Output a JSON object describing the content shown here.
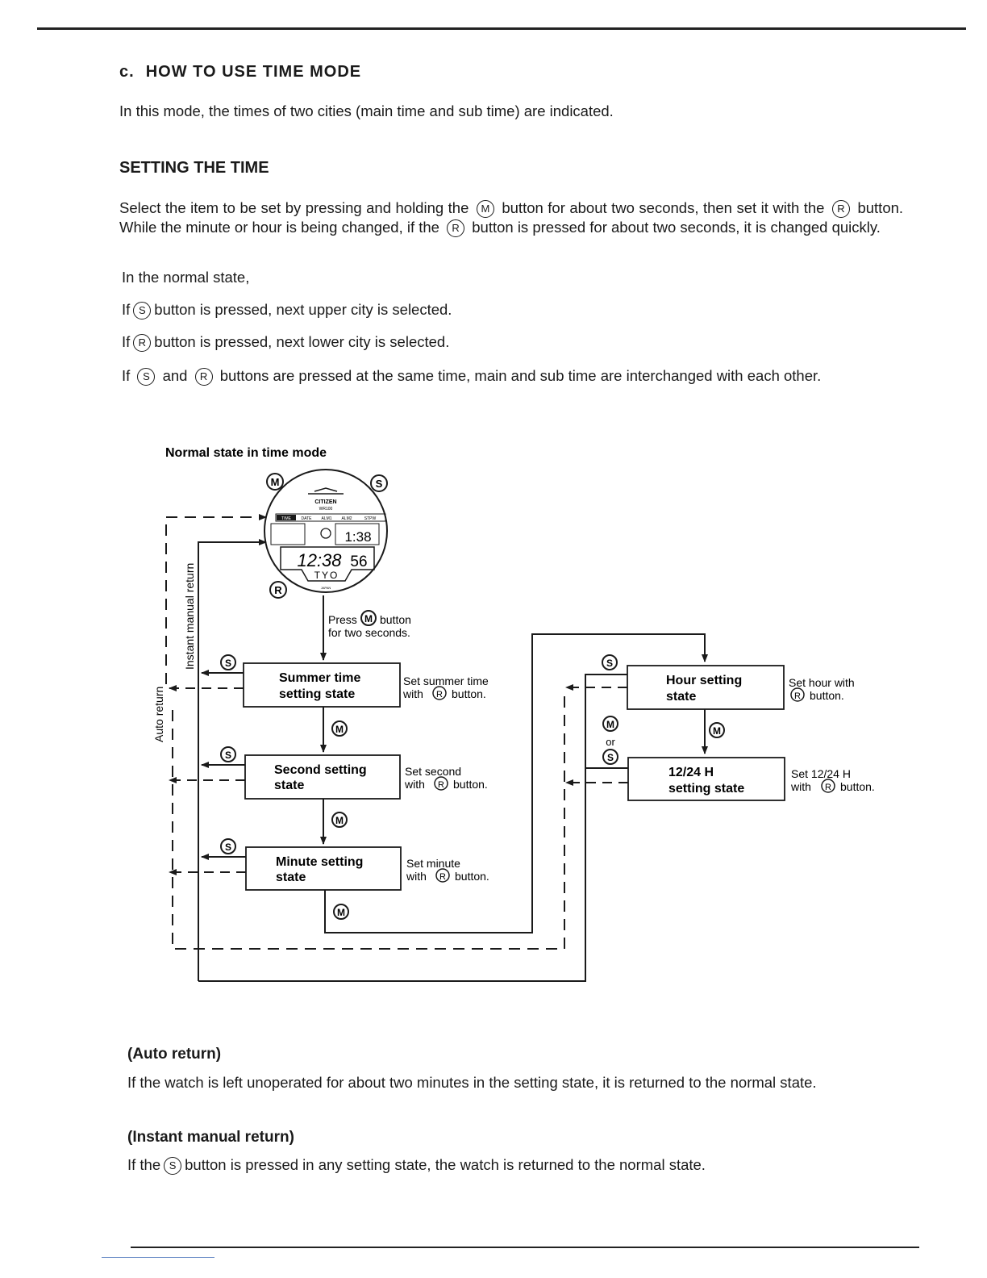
{
  "section": {
    "letter": "c.",
    "title": "HOW TO USE TIME MODE"
  },
  "intro": "In this mode, the times of two cities (main time and sub time) are indicated.",
  "setting": {
    "heading": "SETTING THE TIME",
    "p1": [
      "Select the item to be set by pressing and holding the",
      "button for about two seconds, then set it with the",
      "button. While the minute or hour is being changed, if the",
      "button is pressed for about two seconds, it is changed quickly."
    ],
    "normal_state": "In the normal state,",
    "if_word": "If",
    "line_s": "button is pressed, next upper city is selected.",
    "line_r": "button is pressed, next lower city is selected.",
    "and_word": "and",
    "line_both": "buttons are pressed at the same time, main and sub time are interchanged with each other."
  },
  "buttons": {
    "m": "M",
    "s": "S",
    "r": "R"
  },
  "diagram": {
    "title": "Normal state in time mode",
    "auto_return": "Auto return",
    "instant_return": "Instant manual return",
    "press_m": [
      "Press",
      "button",
      "for two seconds."
    ],
    "or_word": "or",
    "watch": {
      "brand": "CITIZEN",
      "model": "WR100",
      "modes": [
        "TIME",
        "DATE",
        "ALM1",
        "ALM2",
        "STPW"
      ],
      "sub_time": "1:38",
      "main_time": "12:38",
      "seconds": "56",
      "city": "TYO",
      "country": "JAPAN"
    },
    "states": {
      "summer": [
        "Summer time",
        "setting state"
      ],
      "second": [
        "Second setting",
        "state"
      ],
      "minute": [
        "Minute setting",
        "state"
      ],
      "hour": [
        "Hour setting",
        "state"
      ],
      "h1224": [
        "12/24 H",
        "setting state"
      ]
    },
    "notes": {
      "summer": [
        "Set summer time",
        "with",
        "button."
      ],
      "second": [
        "Set second",
        "with",
        "button."
      ],
      "minute": [
        "Set minute",
        "with",
        "button."
      ],
      "hour": [
        "Set hour with",
        "button."
      ],
      "h1224": [
        "Set 12/24 H",
        "with",
        "button."
      ]
    }
  },
  "auto_return": {
    "heading": "(Auto return)",
    "text": "If the watch is left unoperated for about two minutes in the setting state, it is returned to the normal state."
  },
  "instant_return": {
    "heading": "(Instant manual return)",
    "text": [
      "If the",
      "button is pressed in any setting state, the watch is returned to the normal state."
    ]
  }
}
